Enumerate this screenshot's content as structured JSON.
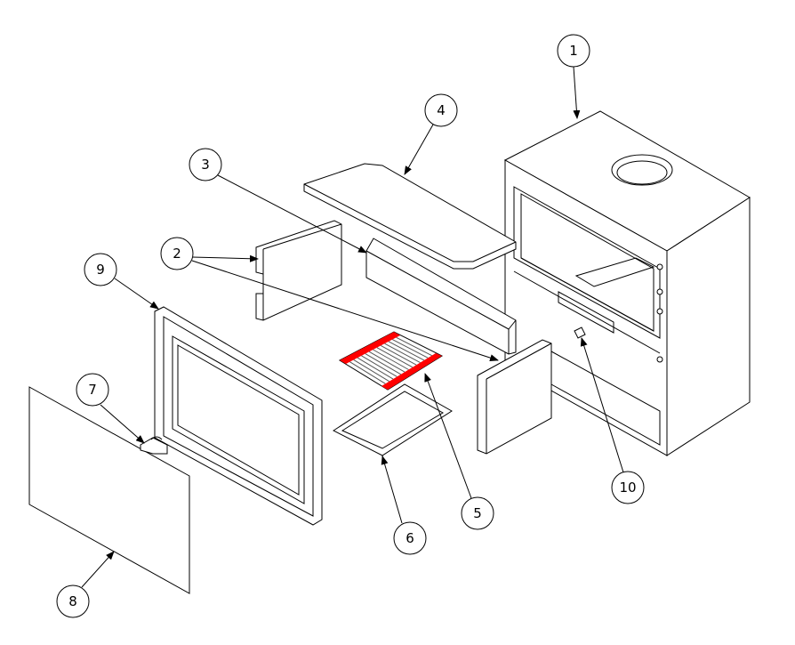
{
  "title": "Stove exploded parts diagram",
  "balloons": [
    {
      "label": "1",
      "part": "stove-body"
    },
    {
      "label": "2",
      "part": "side-firebricks"
    },
    {
      "label": "3",
      "part": "rear-firebrick"
    },
    {
      "label": "4",
      "part": "baffle-plate"
    },
    {
      "label": "5",
      "part": "grate"
    },
    {
      "label": "6",
      "part": "ash-pan"
    },
    {
      "label": "7",
      "part": "door-handle"
    },
    {
      "label": "8",
      "part": "door-glass"
    },
    {
      "label": "9",
      "part": "door-frame"
    },
    {
      "label": "10",
      "part": "catch"
    }
  ],
  "colors": {
    "grate_accent": "#ff0000",
    "line": "#000000"
  }
}
